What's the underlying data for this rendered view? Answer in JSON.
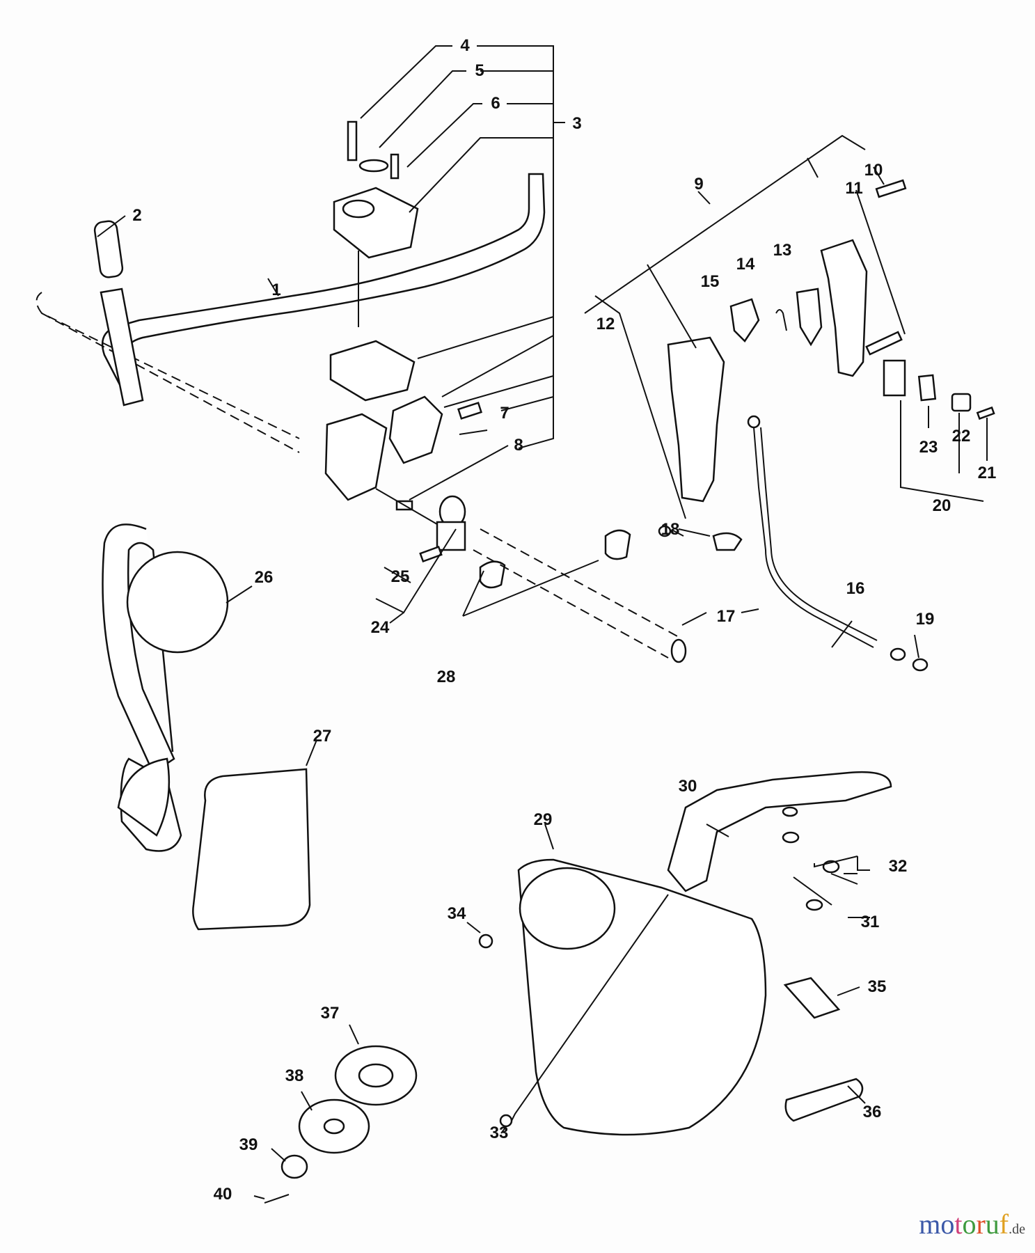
{
  "diagram": {
    "type": "exploded-parts-diagram",
    "labels": [
      {
        "id": "1",
        "text": "1"
      },
      {
        "id": "2",
        "text": "2"
      },
      {
        "id": "3",
        "text": "3"
      },
      {
        "id": "4",
        "text": "4"
      },
      {
        "id": "5",
        "text": "5"
      },
      {
        "id": "6",
        "text": "6"
      },
      {
        "id": "7",
        "text": "7"
      },
      {
        "id": "8",
        "text": "8"
      },
      {
        "id": "9",
        "text": "9"
      },
      {
        "id": "10",
        "text": "10"
      },
      {
        "id": "11",
        "text": "11"
      },
      {
        "id": "12",
        "text": "12"
      },
      {
        "id": "13",
        "text": "13"
      },
      {
        "id": "14",
        "text": "14"
      },
      {
        "id": "15",
        "text": "15"
      },
      {
        "id": "16",
        "text": "16"
      },
      {
        "id": "17",
        "text": "17"
      },
      {
        "id": "18",
        "text": "18"
      },
      {
        "id": "19",
        "text": "19"
      },
      {
        "id": "20",
        "text": "20"
      },
      {
        "id": "21",
        "text": "21"
      },
      {
        "id": "22",
        "text": "22"
      },
      {
        "id": "23",
        "text": "23"
      },
      {
        "id": "24",
        "text": "24"
      },
      {
        "id": "25",
        "text": "25"
      },
      {
        "id": "26",
        "text": "26"
      },
      {
        "id": "27",
        "text": "27"
      },
      {
        "id": "28",
        "text": "28"
      },
      {
        "id": "29",
        "text": "29"
      },
      {
        "id": "30",
        "text": "30"
      },
      {
        "id": "31",
        "text": "31"
      },
      {
        "id": "32",
        "text": "32"
      },
      {
        "id": "33",
        "text": "33"
      },
      {
        "id": "34",
        "text": "34"
      },
      {
        "id": "35",
        "text": "35"
      },
      {
        "id": "36",
        "text": "36"
      },
      {
        "id": "37",
        "text": "37"
      },
      {
        "id": "38",
        "text": "38"
      },
      {
        "id": "39",
        "text": "39"
      },
      {
        "id": "40",
        "text": "40"
      }
    ]
  },
  "watermark": {
    "letters": [
      {
        "ch": "m",
        "color": "#3b58a8"
      },
      {
        "ch": "o",
        "color": "#3b58a8"
      },
      {
        "ch": "t",
        "color": "#d0407a"
      },
      {
        "ch": "o",
        "color": "#3e9a3e"
      },
      {
        "ch": "r",
        "color": "#e0502a"
      },
      {
        "ch": "u",
        "color": "#3e9a3e"
      },
      {
        "ch": "f",
        "color": "#e0a020"
      }
    ],
    "tld": ".de"
  }
}
